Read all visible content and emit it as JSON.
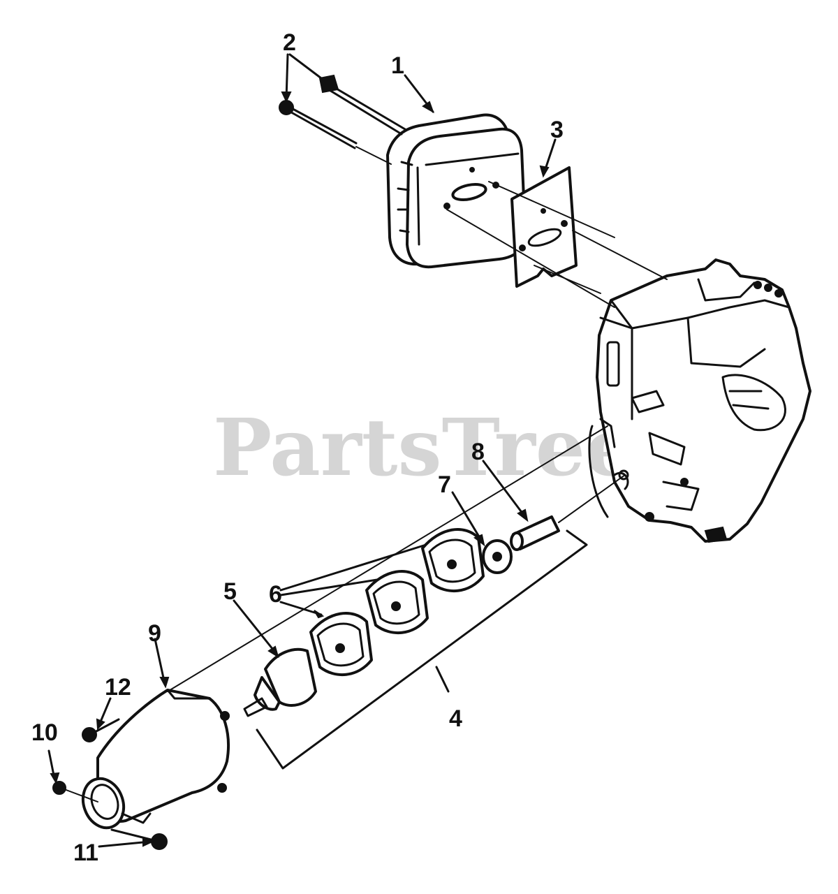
{
  "watermark": "PartsTree",
  "callouts": [
    {
      "id": "1",
      "label": "1"
    },
    {
      "id": "2",
      "label": "2"
    },
    {
      "id": "3",
      "label": "3"
    },
    {
      "id": "4",
      "label": "4"
    },
    {
      "id": "5",
      "label": "5"
    },
    {
      "id": "6",
      "label": "6"
    },
    {
      "id": "7",
      "label": "7"
    },
    {
      "id": "8",
      "label": "8"
    },
    {
      "id": "9",
      "label": "9"
    },
    {
      "id": "10",
      "label": "10"
    },
    {
      "id": "11",
      "label": "11"
    },
    {
      "id": "12",
      "label": "12"
    }
  ],
  "colors": {
    "ink": "#111111",
    "watermark": "#9a9a9a",
    "background": "#ffffff"
  }
}
